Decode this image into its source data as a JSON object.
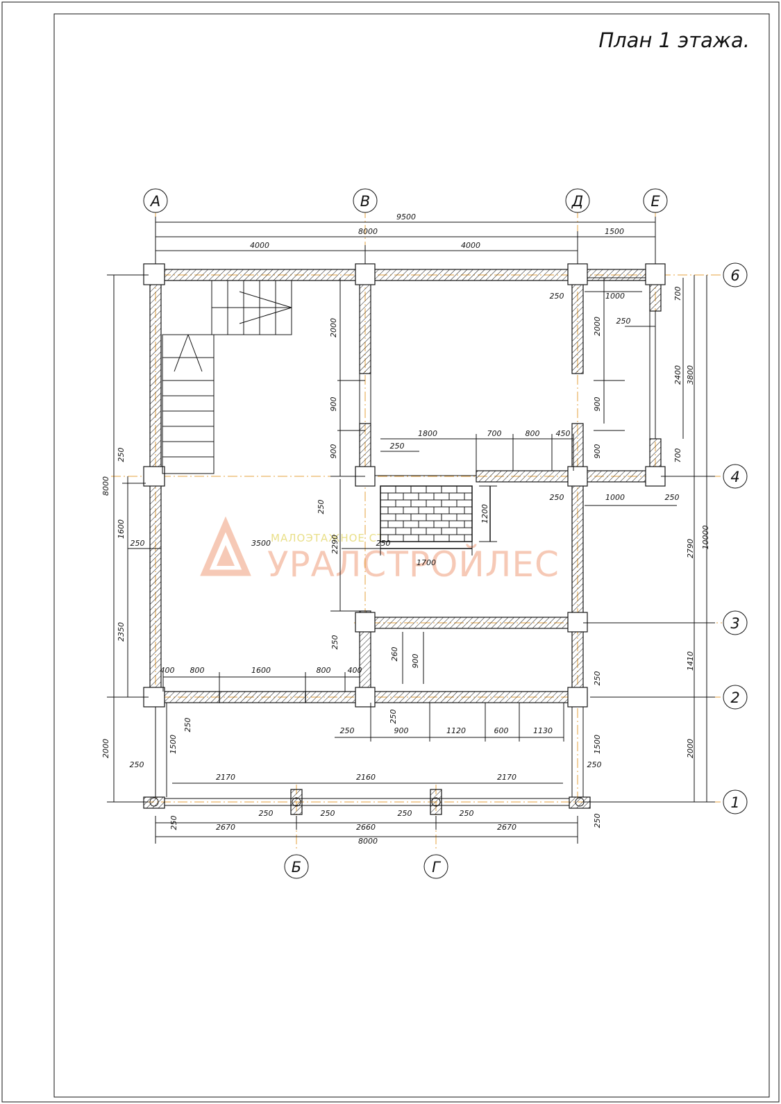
{
  "title": "План 1 этажа.",
  "axes": {
    "columns_top": [
      "А",
      "В",
      "Д",
      "Е"
    ],
    "columns_bottom": [
      "Б",
      "Г"
    ],
    "rows": [
      "6",
      "4",
      "3",
      "2",
      "1"
    ]
  },
  "dimensions": {
    "top": {
      "total": "9500",
      "main": "8000",
      "terrace": "1500",
      "left_half": "4000",
      "right_half": "4000"
    },
    "bottom": {
      "total": "8000",
      "spans": [
        "2670",
        "2660",
        "2670"
      ],
      "inner_spans": [
        "2170",
        "2160",
        "2170"
      ],
      "post_widths": [
        "250",
        "250",
        "250",
        "250"
      ],
      "corner": "250"
    },
    "left_outer": {
      "total": "8000",
      "porch": "2000"
    },
    "left_inner": {
      "wall": "250",
      "middle": "1600",
      "lower": "2350"
    },
    "left_porch": {
      "wall": "250",
      "gap": "1500",
      "beam": "250",
      "edge": "250"
    },
    "right_outer": {
      "total": "10000"
    },
    "right_mid": {
      "top": "3800",
      "middle": "2790",
      "lower": "1410",
      "porch": "2000"
    },
    "right_terrace": {
      "top": "700",
      "middle": "2400",
      "bottom": "700"
    },
    "right_inner": {
      "door_top": "2000",
      "door": "900",
      "door_bottom": "900"
    },
    "right_porch": {
      "top": "250",
      "middle": "1500",
      "post": "250",
      "edge": "250"
    },
    "terrace_widths": {
      "top_wall": "250",
      "top_span": "1000",
      "top_rail": "250",
      "bottom_wall": "250",
      "bottom_span": "1000",
      "bottom_rail": "250"
    },
    "interior": {
      "wall_top": "2000",
      "wall_door": "900",
      "wall_bottom": "900",
      "row4_partition": [
        "1800",
        "700",
        "800",
        "450"
      ],
      "stove_wall": "250",
      "stove_gap": "250",
      "stove_depth": "2290",
      "stove_width": "1700",
      "stove_height": "1200",
      "hall_wall": "250",
      "hall_width": "3500",
      "lower_wall": "250",
      "lower_opening_a": "260",
      "lower_opening_b": "900",
      "row2_windows": [
        "400",
        "800",
        "1600",
        "800",
        "400"
      ],
      "row2_doors": [
        "250",
        "250",
        "900",
        "1120",
        "600",
        "1130"
      ]
    }
  },
  "watermark": {
    "small": "МАЛОЭТАЖНОЕ СТРОИТЕЛЬСТВО",
    "big": "УРАЛСТРОЙЛЕС"
  },
  "colors": {
    "ink": "#111111",
    "axis_line": "#e6a23c",
    "watermark_small": "#e9df88",
    "watermark_big": "#f6c9b6",
    "brick_fill": "#ffffff"
  }
}
